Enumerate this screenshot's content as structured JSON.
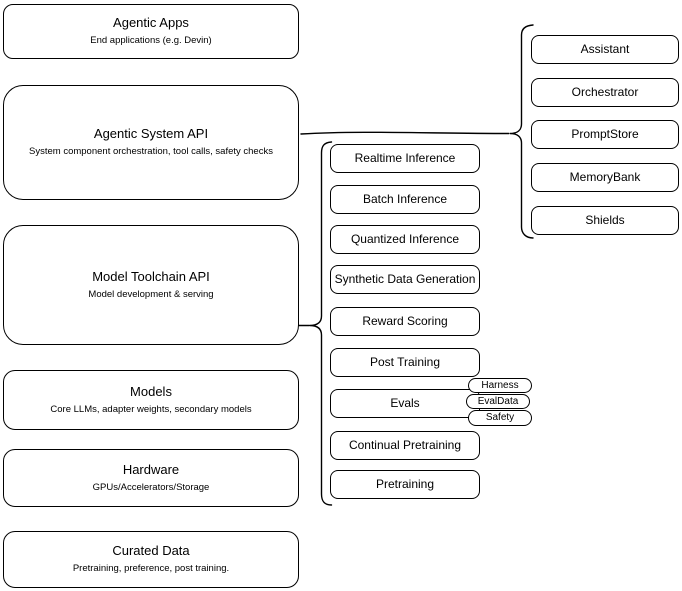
{
  "diagram": {
    "background_color": "#ffffff",
    "stroke_color": "#000000",
    "left_column": [
      {
        "title": "Agentic Apps",
        "subtitle": "End applications (e.g. Devin)"
      },
      {
        "title": "Agentic System API",
        "subtitle": "System component orchestration, tool calls, safety checks"
      },
      {
        "title": "Model Toolchain API",
        "subtitle": "Model development & serving"
      },
      {
        "title": "Models",
        "subtitle": "Core LLMs, adapter weights, secondary models"
      },
      {
        "title": "Hardware",
        "subtitle": "GPUs/Accelerators/Storage"
      },
      {
        "title": "Curated Data",
        "subtitle": "Pretraining, preference, post training."
      }
    ],
    "toolchain_items": [
      "Realtime Inference",
      "Batch Inference",
      "Quantized Inference",
      "Synthetic Data Generation",
      "Reward Scoring",
      "Post Training",
      "Evals",
      "Continual Pretraining",
      "Pretraining"
    ],
    "eval_tags": [
      "Harness",
      "EvalData",
      "Safety"
    ],
    "system_components": [
      "Assistant",
      "Orchestrator",
      "PromptStore",
      "MemoryBank",
      "Shields"
    ]
  }
}
